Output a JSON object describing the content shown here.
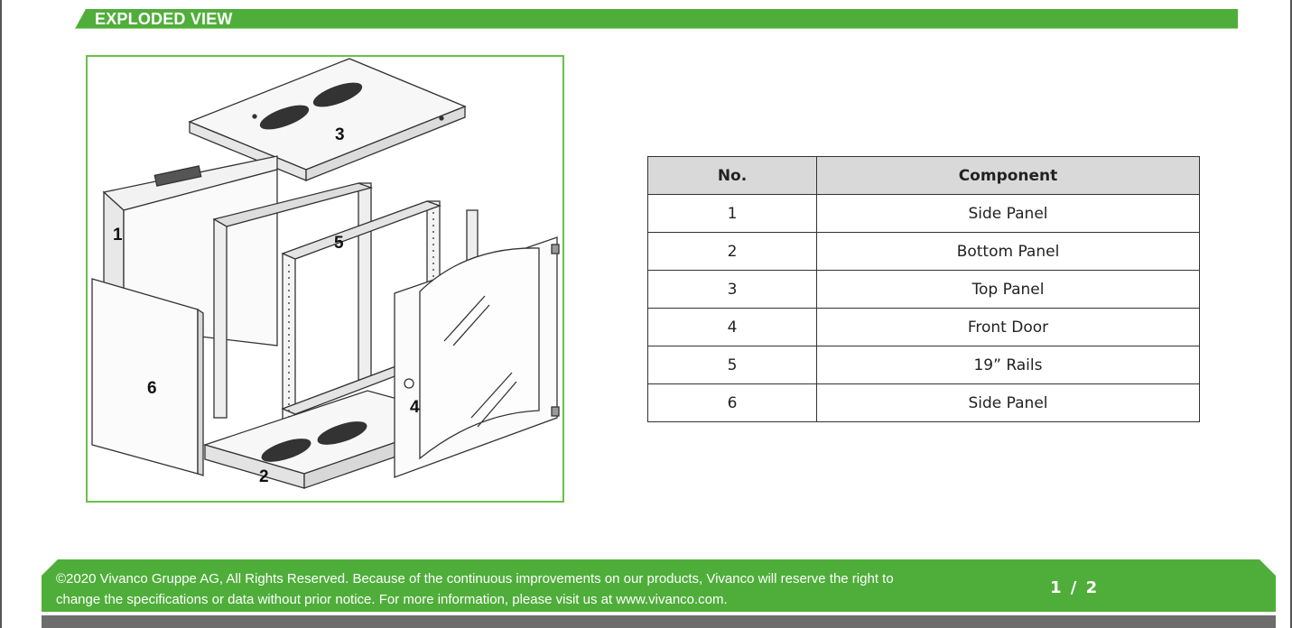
{
  "section": {
    "title": "EXPLODED VIEW"
  },
  "colors": {
    "accent": "#4fae3a",
    "table_header_bg": "#d9d9d9",
    "footer_bar": "#6d6d6d"
  },
  "diagram": {
    "callouts": [
      "1",
      "2",
      "3",
      "4",
      "5",
      "6"
    ]
  },
  "table": {
    "headers": [
      "No.",
      "Component"
    ],
    "rows": [
      [
        "1",
        "Side Panel"
      ],
      [
        "2",
        "Bottom Panel"
      ],
      [
        "3",
        "Top Panel"
      ],
      [
        "4",
        "Front Door"
      ],
      [
        "5",
        "19” Rails"
      ],
      [
        "6",
        "Side Panel"
      ]
    ]
  },
  "footer": {
    "line1": "©2020 Vivanco Gruppe AG, All Rights Reserved. Because of the continuous improvements on our products, Vivanco will reserve the right to",
    "line2": "change the specifications or data without prior notice. For more information, please visit us at www.vivanco.com.",
    "page": "1 / 2"
  }
}
